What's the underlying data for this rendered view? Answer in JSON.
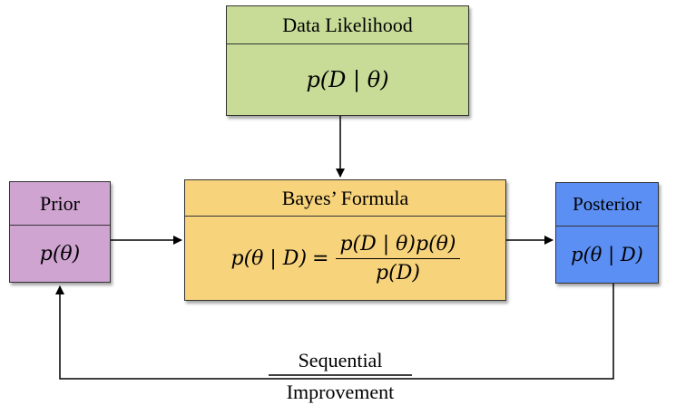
{
  "boxes": {
    "likelihood": {
      "title": "Data Likelihood",
      "formula": "p(D | θ)",
      "color": "#c8dc98"
    },
    "prior": {
      "title": "Prior",
      "formula": "p(θ)",
      "color": "#cfa4d1"
    },
    "bayes": {
      "title": "Bayes’ Formula",
      "lhs": "p(θ | D)",
      "equals": "=",
      "numerator": "p(D | θ)p(θ)",
      "denominator": "p(D)",
      "color": "#f7d37c"
    },
    "posterior": {
      "title": "Posterior",
      "formula": "p(θ | D)",
      "color": "#5b8ff4"
    }
  },
  "feedback_label": {
    "line1": "Sequential",
    "line2": "Improvement"
  }
}
